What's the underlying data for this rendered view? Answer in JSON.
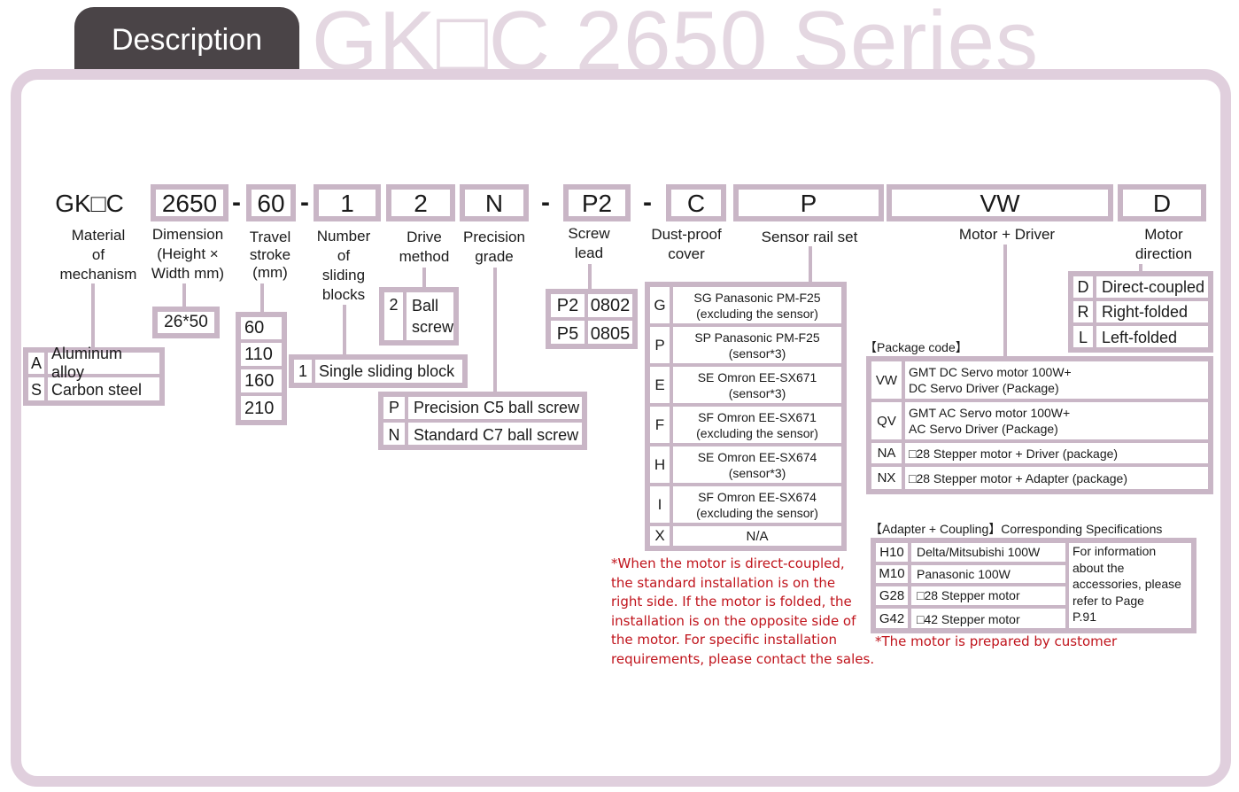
{
  "header": {
    "tab": "Description",
    "title": "GK□C 2650 Series"
  },
  "model": {
    "prefix": "GK□C",
    "segments": [
      "2650",
      "60",
      "1",
      "2",
      "N",
      "P2",
      "C",
      "P",
      "VW",
      "D"
    ],
    "dash": "-"
  },
  "labels": {
    "material": "Material\nof\nmechanism",
    "dimension": "Dimension\n(Height ×\nWidth mm)",
    "travel": "Travel\nstroke\n(mm)",
    "blocks": "Number\nof\nsliding\nblocks",
    "drive": "Drive\nmethod",
    "precision": "Precision\ngrade",
    "lead": "Screw\nlead",
    "dust": "Dust-proof\ncover",
    "sensor": "Sensor rail set",
    "motor": "Motor + Driver",
    "direction": "Motor\ndirection"
  },
  "material": [
    {
      "code": "A",
      "text": "Aluminum alloy"
    },
    {
      "code": "S",
      "text": "Carbon steel"
    }
  ],
  "dimension": "26*50",
  "travel": [
    "60",
    "110",
    "160",
    "210"
  ],
  "blocks": {
    "code": "1",
    "text": "Single sliding block"
  },
  "drive": {
    "code": "2",
    "text": "Ball\nscrew"
  },
  "precision": [
    {
      "code": "P",
      "text": "Precision C5 ball screw"
    },
    {
      "code": "N",
      "text": "Standard C7 ball screw"
    }
  ],
  "lead": [
    {
      "code": "P2",
      "text": "0802"
    },
    {
      "code": "P5",
      "text": "0805"
    }
  ],
  "sensor": [
    {
      "code": "G",
      "line1": "SG  Panasonic  PM-F25",
      "line2": "(excluding the sensor)"
    },
    {
      "code": "P",
      "line1": "SP  Panasonic  PM-F25",
      "line2": "(sensor*3)"
    },
    {
      "code": "E",
      "line1": "SE  Omron  EE-SX671",
      "line2": "(sensor*3)"
    },
    {
      "code": "F",
      "line1": "SF  Omron  EE-SX671",
      "line2": "(excluding the sensor)"
    },
    {
      "code": "H",
      "line1": "SE  Omron  EE-SX674",
      "line2": "(sensor*3)"
    },
    {
      "code": "I",
      "line1": "SF  Omron  EE-SX674",
      "line2": "(excluding the sensor)"
    },
    {
      "code": "X",
      "line1": "N/A",
      "line2": ""
    }
  ],
  "direction": [
    {
      "code": "D",
      "text": "Direct-coupled"
    },
    {
      "code": "R",
      "text": "Right-folded"
    },
    {
      "code": "L",
      "text": "Left-folded"
    }
  ],
  "package": {
    "title": "【Package code】",
    "rows": [
      {
        "code": "VW",
        "text": "GMT DC Servo motor 100W+\nDC Servo Driver (Package)"
      },
      {
        "code": "QV",
        "text": "GMT AC Servo motor 100W+\nAC Servo Driver (Package)"
      },
      {
        "code": "NA",
        "text": "□28 Stepper motor + Driver (package)"
      },
      {
        "code": "NX",
        "text": "□28 Stepper motor + Adapter (package)"
      }
    ]
  },
  "adapter": {
    "title": "【Adapter + Coupling】Corresponding Specifications",
    "rows": [
      {
        "code": "H10",
        "text": "Delta/Mitsubishi 100W"
      },
      {
        "code": "M10",
        "text": "Panasonic 100W"
      },
      {
        "code": "G28",
        "text": "□28 Stepper motor"
      },
      {
        "code": "G42",
        "text": "□42 Stepper motor"
      }
    ],
    "note": "For information\nabout the\naccessories, please\nrefer to Page\nP.91"
  },
  "notes": {
    "direct": "*When the motor is direct-coupled,\nthe standard installation is on the\nright side. If the motor is folded, the\ninstallation is on the opposite side of\nthe motor. For specific installation\nrequirements, please contact the sales.",
    "customer": "*The motor is prepared by customer"
  },
  "colors": {
    "accent": "#c9b6c6",
    "tab": "#4a4447",
    "title": "#e4d7e1",
    "note": "#c0141c"
  }
}
